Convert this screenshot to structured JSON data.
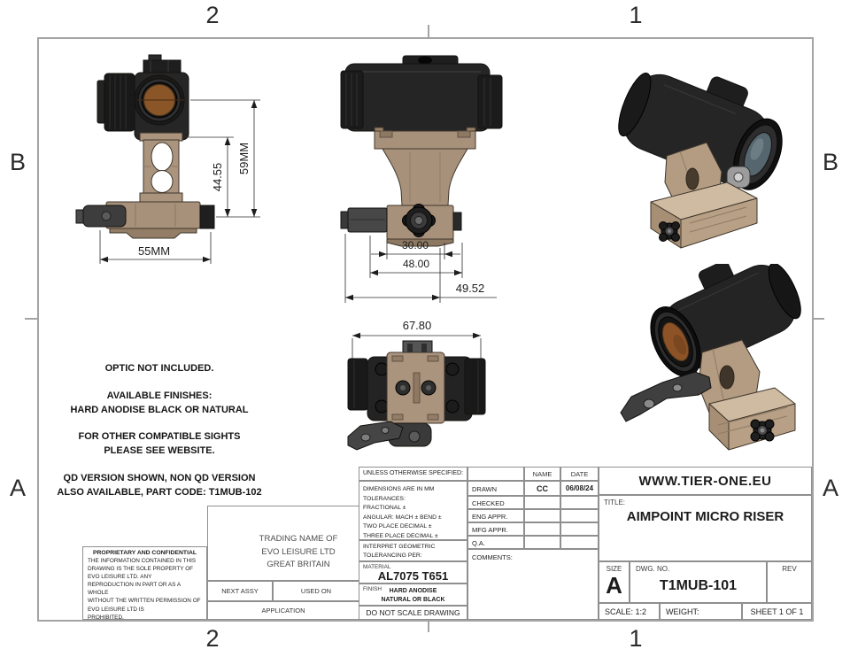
{
  "zones": {
    "top_left": "2",
    "top_right": "1",
    "bottom_left": "2",
    "bottom_right": "1",
    "left_top": "B",
    "left_bottom": "A",
    "right_top": "B",
    "right_bottom": "A"
  },
  "notes": {
    "lines": [
      "OPTIC NOT INCLUDED.",
      "AVAILABLE FINISHES:",
      "HARD ANODISE BLACK OR NATURAL",
      "FOR OTHER COMPATIBLE SIGHTS",
      "PLEASE SEE WEBSITE.",
      "QD VERSION SHOWN, NON QD VERSION",
      "ALSO AVAILABLE, PART CODE: T1MUB-102"
    ]
  },
  "proprietary": {
    "heading": "PROPRIETARY AND CONFIDENTIAL",
    "body": "THE INFORMATION CONTAINED IN THIS\nDRAWING IS THE SOLE PROPERTY OF\nEVO LEISURE LTD.  ANY\nREPRODUCTION IN PART OR AS A WHOLE\nWITHOUT THE WRITTEN PERMISSION OF\nEVO LEISURE LTD IS\nPROHIBITED."
  },
  "app_block": {
    "trading": "TRADING NAME OF\nEVO LEISURE LTD\nGREAT BRITAIN",
    "next_assy": "NEXT ASSY",
    "used_on": "USED ON",
    "application": "APPLICATION"
  },
  "tolerance_block": {
    "header": "UNLESS OTHERWISE SPECIFIED:",
    "lines": [
      "DIMENSIONS ARE IN MM",
      "TOLERANCES:",
      "FRACTIONAL ±",
      "ANGULAR: MACH ±    BEND ±",
      "TWO PLACE DECIMAL    ±",
      "THREE PLACE DECIMAL  ±"
    ],
    "interpret": "INTERPRET GEOMETRIC\nTOLERANCING PER:",
    "material_label": "MATERIAL",
    "material_value": "AL7075 T651",
    "finish_label": "FINISH",
    "finish_value": "HARD ANODISE\nNATURAL OR BLACK",
    "do_not_scale": "DO NOT SCALE DRAWING"
  },
  "approval_table": {
    "name_header": "NAME",
    "date_header": "DATE",
    "rows": [
      {
        "label": "DRAWN",
        "name": "CC",
        "date": "06/08/24"
      },
      {
        "label": "CHECKED",
        "name": "",
        "date": ""
      },
      {
        "label": "ENG APPR.",
        "name": "",
        "date": ""
      },
      {
        "label": "MFG APPR.",
        "name": "",
        "date": ""
      },
      {
        "label": "Q.A.",
        "name": "",
        "date": ""
      }
    ],
    "comments_label": "COMMENTS:"
  },
  "title_block": {
    "website": "WWW.TIER-ONE.EU",
    "title_label": "TITLE:",
    "title": "AIMPOINT MICRO RISER",
    "size_label": "SIZE",
    "size": "A",
    "dwg_label": "DWG.  NO.",
    "dwg_no": "T1MUB-101",
    "rev_label": "REV",
    "scale": "SCALE: 1:2",
    "weight": "WEIGHT:",
    "sheet": "SHEET 1 OF 1"
  },
  "dimensions": {
    "side_inner_height": "44.55",
    "side_overall_height": "59MM",
    "side_base_width": "55MM",
    "front_rail_width": "30.00",
    "front_clamp_width": "48.00",
    "front_overall_width": "49.52",
    "top_overall_length": "67.80"
  },
  "colors": {
    "tan": "#ab947e",
    "tan_light": "#cfbba1",
    "tan_dark": "#8d7862",
    "body_black": "#242424",
    "copper": "#8d5327"
  }
}
